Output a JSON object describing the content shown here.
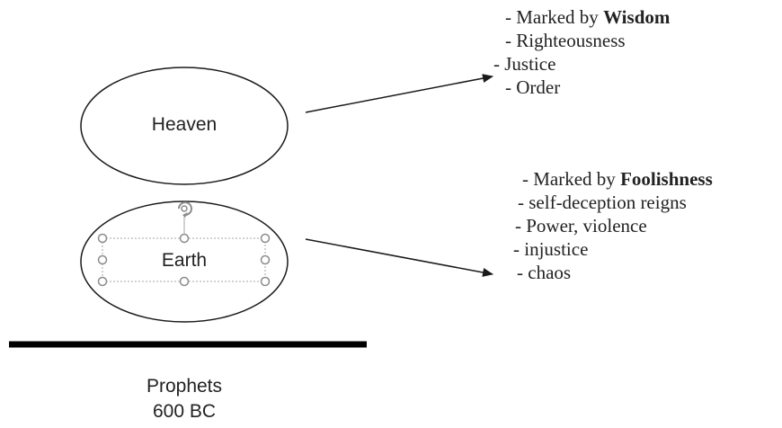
{
  "heaven": {
    "label": "Heaven",
    "traits": [
      {
        "prefix": "- Marked by ",
        "bold": "Wisdom"
      },
      {
        "prefix": "- Righteousness",
        "bold": ""
      },
      {
        "prefix": "- Justice",
        "bold": ""
      },
      {
        "prefix": "- Order",
        "bold": ""
      }
    ]
  },
  "earth": {
    "label": "Earth",
    "selected": true,
    "traits": [
      {
        "prefix": "- Marked by ",
        "bold": "Foolishness"
      },
      {
        "prefix": " - self-deception reigns",
        "bold": ""
      },
      {
        "prefix": "- Power, violence",
        "bold": ""
      },
      {
        "prefix": "- injustice",
        "bold": ""
      },
      {
        "prefix": "- chaos",
        "bold": ""
      }
    ]
  },
  "caption": {
    "line1": "Prophets",
    "line2": "600 BC"
  },
  "colors": {
    "stroke": "#1a1a1a",
    "handle": "#8c8c8c",
    "selection_outline": "#a6a6a6",
    "text": "#222222"
  },
  "icons": {
    "rotate_handle": "rotate-handle-icon",
    "resize_handle": "resize-handle-icon"
  }
}
